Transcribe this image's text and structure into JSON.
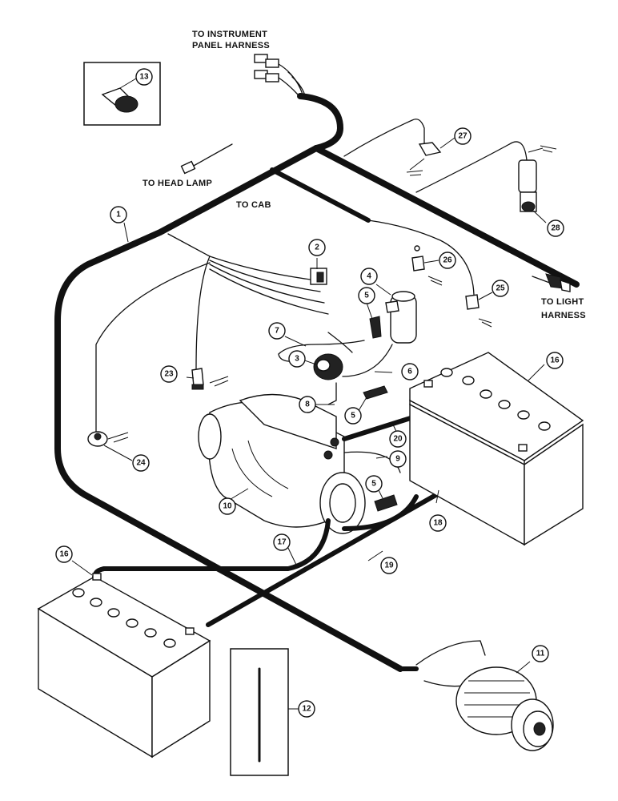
{
  "labels": {
    "instrument_panel": [
      "TO INSTRUMENT",
      "PANEL HARNESS"
    ],
    "head_lamp": "TO HEAD LAMP",
    "cab": "TO CAB",
    "light_harness": [
      "TO LIGHT",
      "HARNESS"
    ]
  },
  "callouts": {
    "c1": "1",
    "c2": "2",
    "c3": "3",
    "c4": "4",
    "c5a": "5",
    "c5b": "5",
    "c5c": "5",
    "c6": "6",
    "c7": "7",
    "c8": "8",
    "c9": "9",
    "c10": "10",
    "c11": "11",
    "c12": "12",
    "c13": "13",
    "c16a": "16",
    "c16b": "16",
    "c17": "17",
    "c18": "18",
    "c19": "19",
    "c20": "20",
    "c23": "23",
    "c24": "24",
    "c25": "25",
    "c26": "26",
    "c27": "27",
    "c28": "28"
  }
}
